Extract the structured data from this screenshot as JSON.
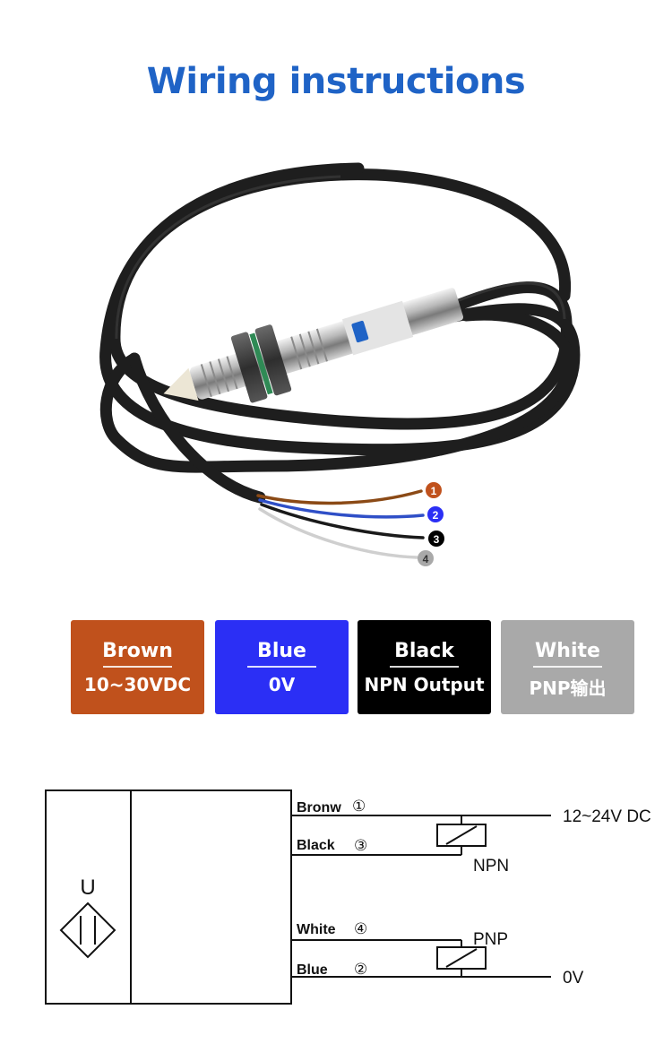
{
  "page": {
    "title": "Wiring instructions"
  },
  "callouts": [
    "1",
    "2",
    "3",
    "4"
  ],
  "wire_cards": [
    {
      "name": "Brown",
      "desc": "10~30VDC",
      "color": "#c0511c"
    },
    {
      "name": "Blue",
      "desc": "0V",
      "color": "#2b2ff5"
    },
    {
      "name": "Black",
      "desc": "NPN Output",
      "color": "#000000"
    },
    {
      "name": "White",
      "desc": "PNP输出",
      "color": "#a9a9a9"
    }
  ],
  "diagram": {
    "sensor_symbol": "U",
    "wire_labels": [
      {
        "label": "Bronw",
        "num": "①"
      },
      {
        "label": "Black",
        "num": "③"
      },
      {
        "label": "White",
        "num": "④"
      },
      {
        "label": "Blue",
        "num": "②"
      }
    ],
    "supply_positive": "12~24V DC",
    "supply_negative": "0V",
    "npn_label": "NPN",
    "pnp_label": "PNP"
  }
}
